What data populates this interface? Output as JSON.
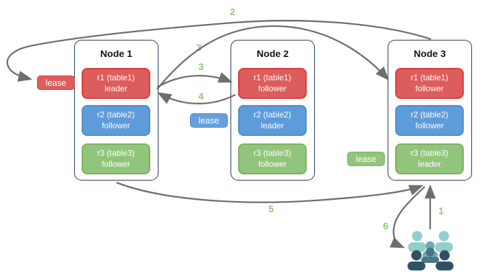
{
  "diagram": {
    "type": "replication-lease-flow",
    "nodes": [
      {
        "title": "Node 1",
        "replicas": [
          {
            "name": "r1 (table1)",
            "role": "leader",
            "color": "#dd5c5c"
          },
          {
            "name": "r2 (table2)",
            "role": "follower",
            "color": "#5e9cd9"
          },
          {
            "name": "r3 (table3)",
            "role": "follower",
            "color": "#92c57c"
          }
        ]
      },
      {
        "title": "Node 2",
        "replicas": [
          {
            "name": "r1 (table1)",
            "role": "follower",
            "color": "#dd5c5c"
          },
          {
            "name": "r2 (table2)",
            "role": "leader",
            "color": "#5e9cd9"
          },
          {
            "name": "r3 (table3)",
            "role": "follower",
            "color": "#92c57c"
          }
        ]
      },
      {
        "title": "Node 3",
        "replicas": [
          {
            "name": "r1 (table1)",
            "role": "follower",
            "color": "#dd5c5c"
          },
          {
            "name": "r2 (table2)",
            "role": "follower",
            "color": "#5e9cd9"
          },
          {
            "name": "r3 (table3)",
            "role": "leader",
            "color": "#92c57c"
          }
        ]
      }
    ],
    "leases": [
      {
        "label": "lease",
        "color": "#dd5c5c",
        "near": "node1-r1"
      },
      {
        "label": "lease",
        "color": "#64a1dc",
        "near": "node2-r2"
      },
      {
        "label": "lease",
        "color": "#93c47d",
        "near": "node3-r3"
      }
    ],
    "steps": {
      "step1": "1",
      "step2": "2",
      "step3a": "3",
      "step3b": "3",
      "step4": "4",
      "step5": "5",
      "step6": "6"
    },
    "edges": [
      {
        "label": "1",
        "from": "clients",
        "to": "node3-r3-leader"
      },
      {
        "label": "2",
        "from": "node3",
        "to": "lease-red-node1"
      },
      {
        "label": "3",
        "from": "node1-r1-leader",
        "to": "node3-r1-follower"
      },
      {
        "label": "3",
        "from": "node1-r1-leader",
        "to": "node2-r1-follower"
      },
      {
        "label": "4",
        "from": "node2-r1-follower",
        "to": "node1-r1-leader"
      },
      {
        "label": "5",
        "from": "node1",
        "to": "node3"
      },
      {
        "label": "6",
        "from": "node3-r3-leader",
        "to": "clients"
      }
    ],
    "icons": {
      "clients": "users-group-icon"
    },
    "colors": {
      "node_border": "#24395e",
      "replica_red": "#dd5c5c",
      "replica_blue": "#5e9cd9",
      "replica_green": "#92c57c",
      "arrow_gray": "#6e6e6e",
      "step_green": "#8fc872",
      "people_light_teal": "#92cfcc",
      "people_teal": "#6cacb6",
      "people_slate": "#4b7587",
      "people_dark_navy": "#2f5166"
    }
  }
}
